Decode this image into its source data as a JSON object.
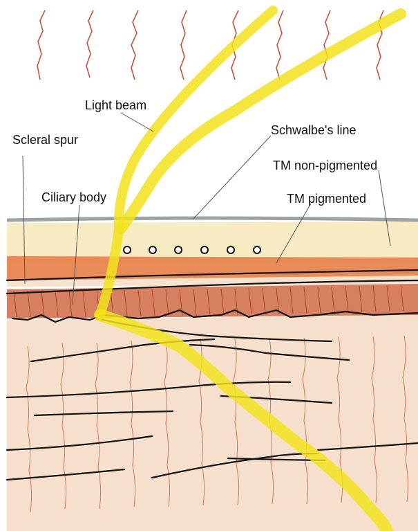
{
  "labels": {
    "light_beam": "Light beam",
    "scleral_spur": "Scleral spur",
    "schwalbes_line": "Schwalbe's line",
    "tm_non_pigmented": "TM non-pigmented",
    "ciliary_body": "Ciliary body",
    "tm_pigmented": "TM pigmented"
  },
  "colors": {
    "light_beam": "#f2e21c",
    "iris_vessels": "#c0553a",
    "tm_pigmented_band": "#e8854f",
    "tm_non_pigmented_band": "#f6e8b8",
    "schwalbes_line": "#9aa3a8",
    "ciliary_body": "#cf6a45",
    "iris_stroma": "#f6e0cd",
    "outline": "#111111"
  }
}
